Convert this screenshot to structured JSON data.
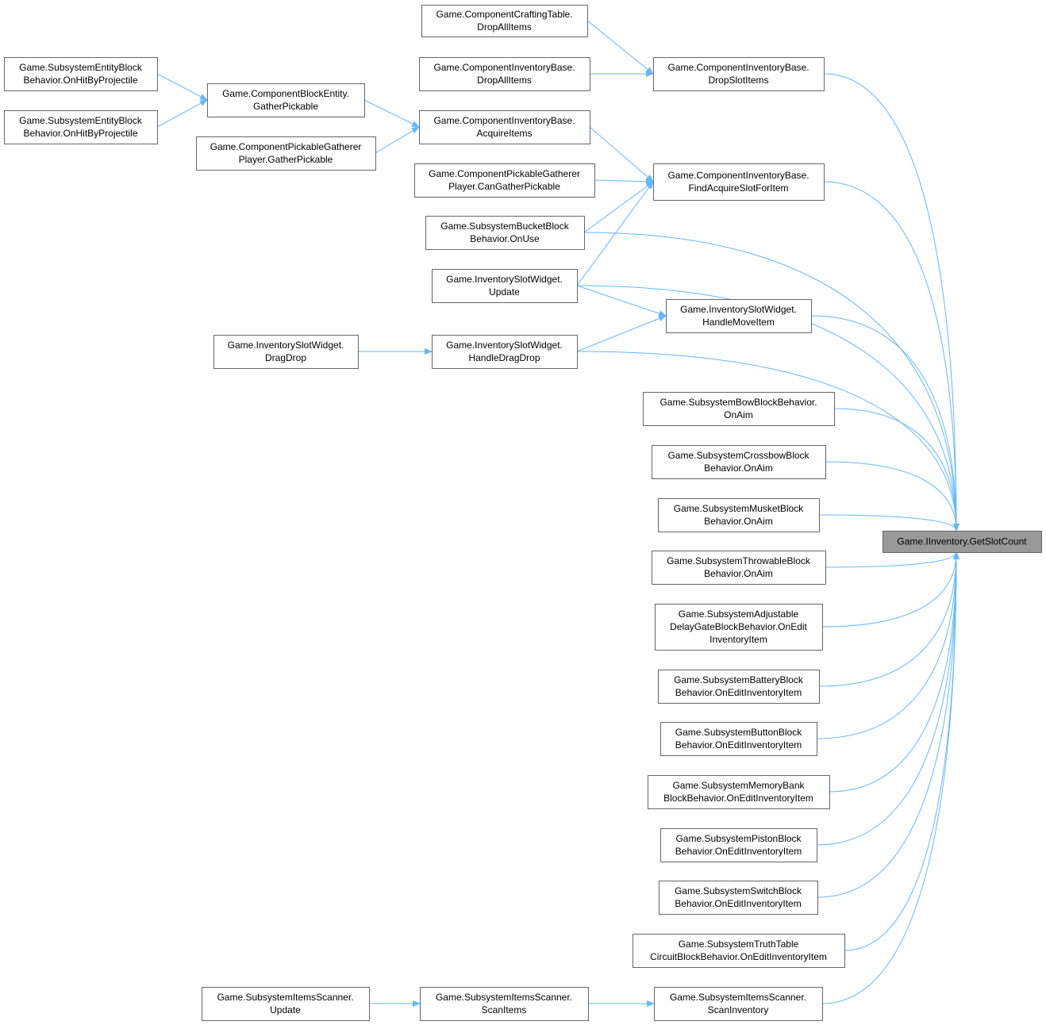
{
  "graph": {
    "type": "caller-graph",
    "colors": {
      "edge": "#63b8ff",
      "target_fill": "#999999",
      "node_border": "#666666"
    },
    "target": "n30",
    "nodes": [
      {
        "id": "n1",
        "lines": [
          "Game.ComponentCraftingTable.",
          "DropAllItems"
        ]
      },
      {
        "id": "n2",
        "lines": [
          "Game.ComponentInventoryBase.",
          "DropAllItems"
        ]
      },
      {
        "id": "n3",
        "lines": [
          "Game.ComponentInventoryBase.",
          "DropSlotItems"
        ]
      },
      {
        "id": "n4",
        "lines": [
          "Game.SubsystemEntityBlock",
          "Behavior.OnHitByProjectile"
        ]
      },
      {
        "id": "n5",
        "lines": [
          "Game.ComponentBlockEntity.",
          "GatherPickable"
        ]
      },
      {
        "id": "n6",
        "lines": [
          "Game.SubsystemEntityBlock",
          "Behavior.OnHitByProjectile"
        ]
      },
      {
        "id": "n7",
        "lines": [
          "Game.ComponentInventoryBase.",
          "AcquireItems"
        ]
      },
      {
        "id": "n8",
        "lines": [
          "Game.ComponentPickableGatherer",
          "Player.GatherPickable"
        ]
      },
      {
        "id": "n9",
        "lines": [
          "Game.ComponentPickableGatherer",
          "Player.CanGatherPickable"
        ]
      },
      {
        "id": "n10",
        "lines": [
          "Game.ComponentInventoryBase.",
          "FindAcquireSlotForItem"
        ]
      },
      {
        "id": "n11",
        "lines": [
          "Game.SubsystemBucketBlock",
          "Behavior.OnUse"
        ]
      },
      {
        "id": "n12",
        "lines": [
          "Game.InventorySlotWidget.",
          "Update"
        ]
      },
      {
        "id": "n13",
        "lines": [
          "Game.InventorySlotWidget.",
          "HandleMoveItem"
        ]
      },
      {
        "id": "n14",
        "lines": [
          "Game.InventorySlotWidget.",
          "DragDrop"
        ]
      },
      {
        "id": "n15",
        "lines": [
          "Game.InventorySlotWidget.",
          "HandleDragDrop"
        ]
      },
      {
        "id": "n16",
        "lines": [
          "Game.SubsystemBowBlockBehavior.",
          "OnAim"
        ]
      },
      {
        "id": "n17",
        "lines": [
          "Game.SubsystemCrossbowBlock",
          "Behavior.OnAim"
        ]
      },
      {
        "id": "n18",
        "lines": [
          "Game.SubsystemMusketBlock",
          "Behavior.OnAim"
        ]
      },
      {
        "id": "n19",
        "lines": [
          "Game.SubsystemThrowableBlock",
          "Behavior.OnAim"
        ]
      },
      {
        "id": "n20",
        "lines": [
          "Game.SubsystemAdjustable",
          "DelayGateBlockBehavior.OnEdit",
          "InventoryItem"
        ]
      },
      {
        "id": "n21",
        "lines": [
          "Game.SubsystemBatteryBlock",
          "Behavior.OnEditInventoryItem"
        ]
      },
      {
        "id": "n22",
        "lines": [
          "Game.SubsystemButtonBlock",
          "Behavior.OnEditInventoryItem"
        ]
      },
      {
        "id": "n23",
        "lines": [
          "Game.SubsystemMemoryBank",
          "BlockBehavior.OnEditInventoryItem"
        ]
      },
      {
        "id": "n24",
        "lines": [
          "Game.SubsystemPistonBlock",
          "Behavior.OnEditInventoryItem"
        ]
      },
      {
        "id": "n25",
        "lines": [
          "Game.SubsystemSwitchBlock",
          "Behavior.OnEditInventoryItem"
        ]
      },
      {
        "id": "n26",
        "lines": [
          "Game.SubsystemTruthTable",
          "CircuitBlockBehavior.OnEditInventoryItem"
        ]
      },
      {
        "id": "n27",
        "lines": [
          "Game.SubsystemItemsScanner.",
          "Update"
        ]
      },
      {
        "id": "n28",
        "lines": [
          "Game.SubsystemItemsScanner.",
          "ScanItems"
        ]
      },
      {
        "id": "n29",
        "lines": [
          "Game.SubsystemItemsScanner.",
          "ScanInventory"
        ]
      },
      {
        "id": "n30",
        "lines": [
          "Game.IInventory.GetSlotCount"
        ]
      }
    ],
    "edges": [
      [
        "n1",
        "n3"
      ],
      [
        "n2",
        "n3"
      ],
      [
        "n4",
        "n5"
      ],
      [
        "n6",
        "n5"
      ],
      [
        "n5",
        "n7"
      ],
      [
        "n8",
        "n7"
      ],
      [
        "n7",
        "n10"
      ],
      [
        "n9",
        "n10"
      ],
      [
        "n11",
        "n10"
      ],
      [
        "n12",
        "n10"
      ],
      [
        "n12",
        "n13"
      ],
      [
        "n15",
        "n13"
      ],
      [
        "n14",
        "n15"
      ],
      [
        "n27",
        "n28"
      ],
      [
        "n28",
        "n29"
      ],
      [
        "n3",
        "n30"
      ],
      [
        "n10",
        "n30"
      ],
      [
        "n11",
        "n30"
      ],
      [
        "n12",
        "n30"
      ],
      [
        "n13",
        "n30"
      ],
      [
        "n15",
        "n30"
      ],
      [
        "n16",
        "n30"
      ],
      [
        "n17",
        "n30"
      ],
      [
        "n18",
        "n30"
      ],
      [
        "n19",
        "n30"
      ],
      [
        "n20",
        "n30"
      ],
      [
        "n21",
        "n30"
      ],
      [
        "n22",
        "n30"
      ],
      [
        "n23",
        "n30"
      ],
      [
        "n24",
        "n30"
      ],
      [
        "n25",
        "n30"
      ],
      [
        "n26",
        "n30"
      ],
      [
        "n29",
        "n30"
      ]
    ]
  }
}
